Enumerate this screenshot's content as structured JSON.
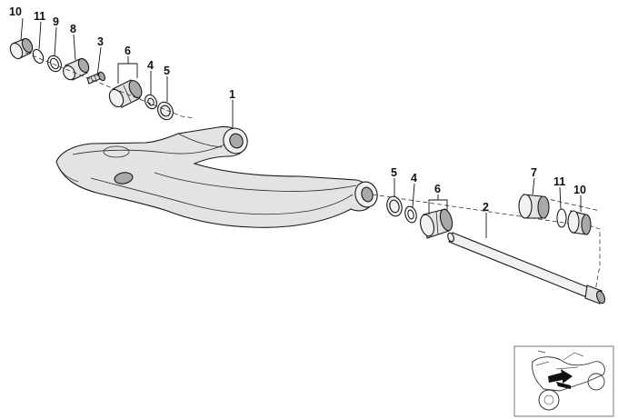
{
  "callouts": {
    "c1": "1",
    "c2": "2",
    "c3": "3",
    "c4_left": "4",
    "c5_left": "5",
    "c6_left": "6",
    "c8": "8",
    "c9": "9",
    "c10_left": "10",
    "c11_left": "11",
    "c4_right": "4",
    "c5_right": "5",
    "c6_right": "6",
    "c7": "7",
    "c10_right": "10",
    "c11_right": "11"
  },
  "colors": {
    "line": "#1a1a1a",
    "part_fill": "#e3e3e3",
    "part_shadow": "#a9a9a9",
    "background": "#ffffff"
  }
}
